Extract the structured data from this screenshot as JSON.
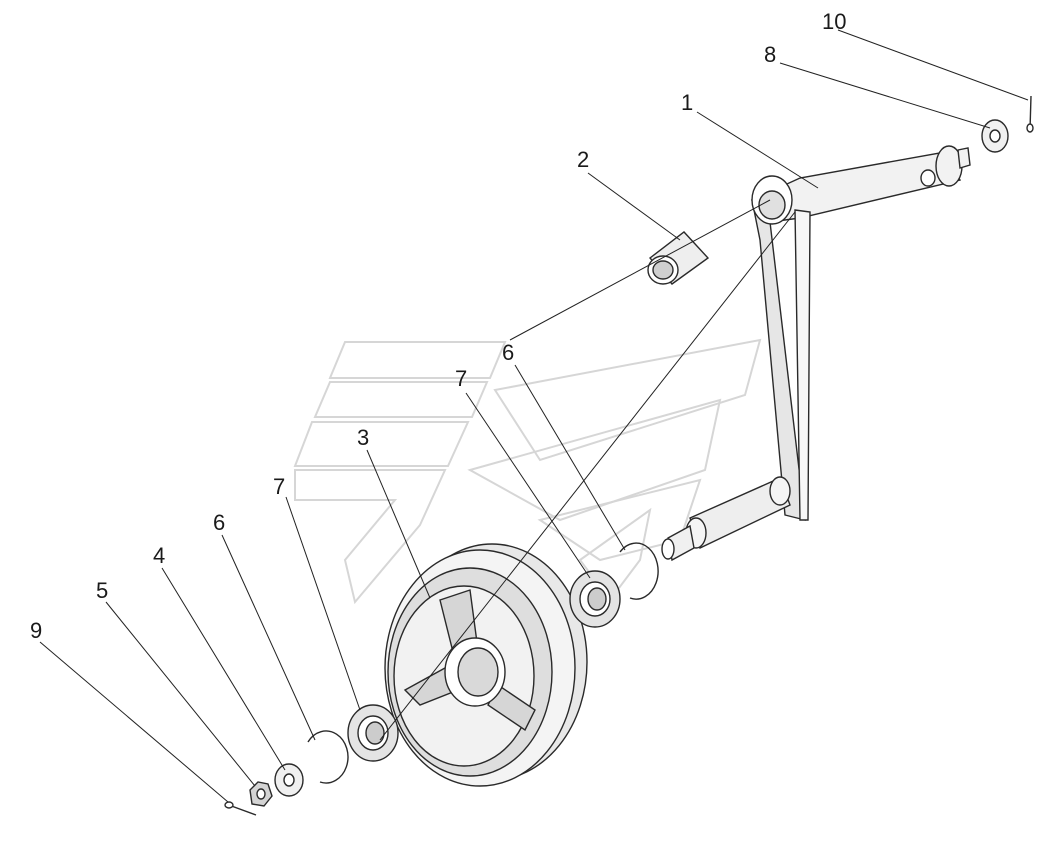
{
  "callouts": [
    {
      "id": "c10",
      "text": "10"
    },
    {
      "id": "c8",
      "text": "8"
    },
    {
      "id": "c1",
      "text": "1"
    },
    {
      "id": "c2",
      "text": "2"
    },
    {
      "id": "c6a",
      "text": "6"
    },
    {
      "id": "c7a",
      "text": "7"
    },
    {
      "id": "c3",
      "text": "3"
    },
    {
      "id": "c7b",
      "text": "7"
    },
    {
      "id": "c6b",
      "text": "6"
    },
    {
      "id": "c4",
      "text": "4"
    },
    {
      "id": "c5",
      "text": "5"
    },
    {
      "id": "c9",
      "text": "9"
    }
  ],
  "colors": {
    "line": "#2a2a2a",
    "fill": "#f2f2f2",
    "shade": "#d9d9d9",
    "watermark": "#d6d6d6"
  }
}
